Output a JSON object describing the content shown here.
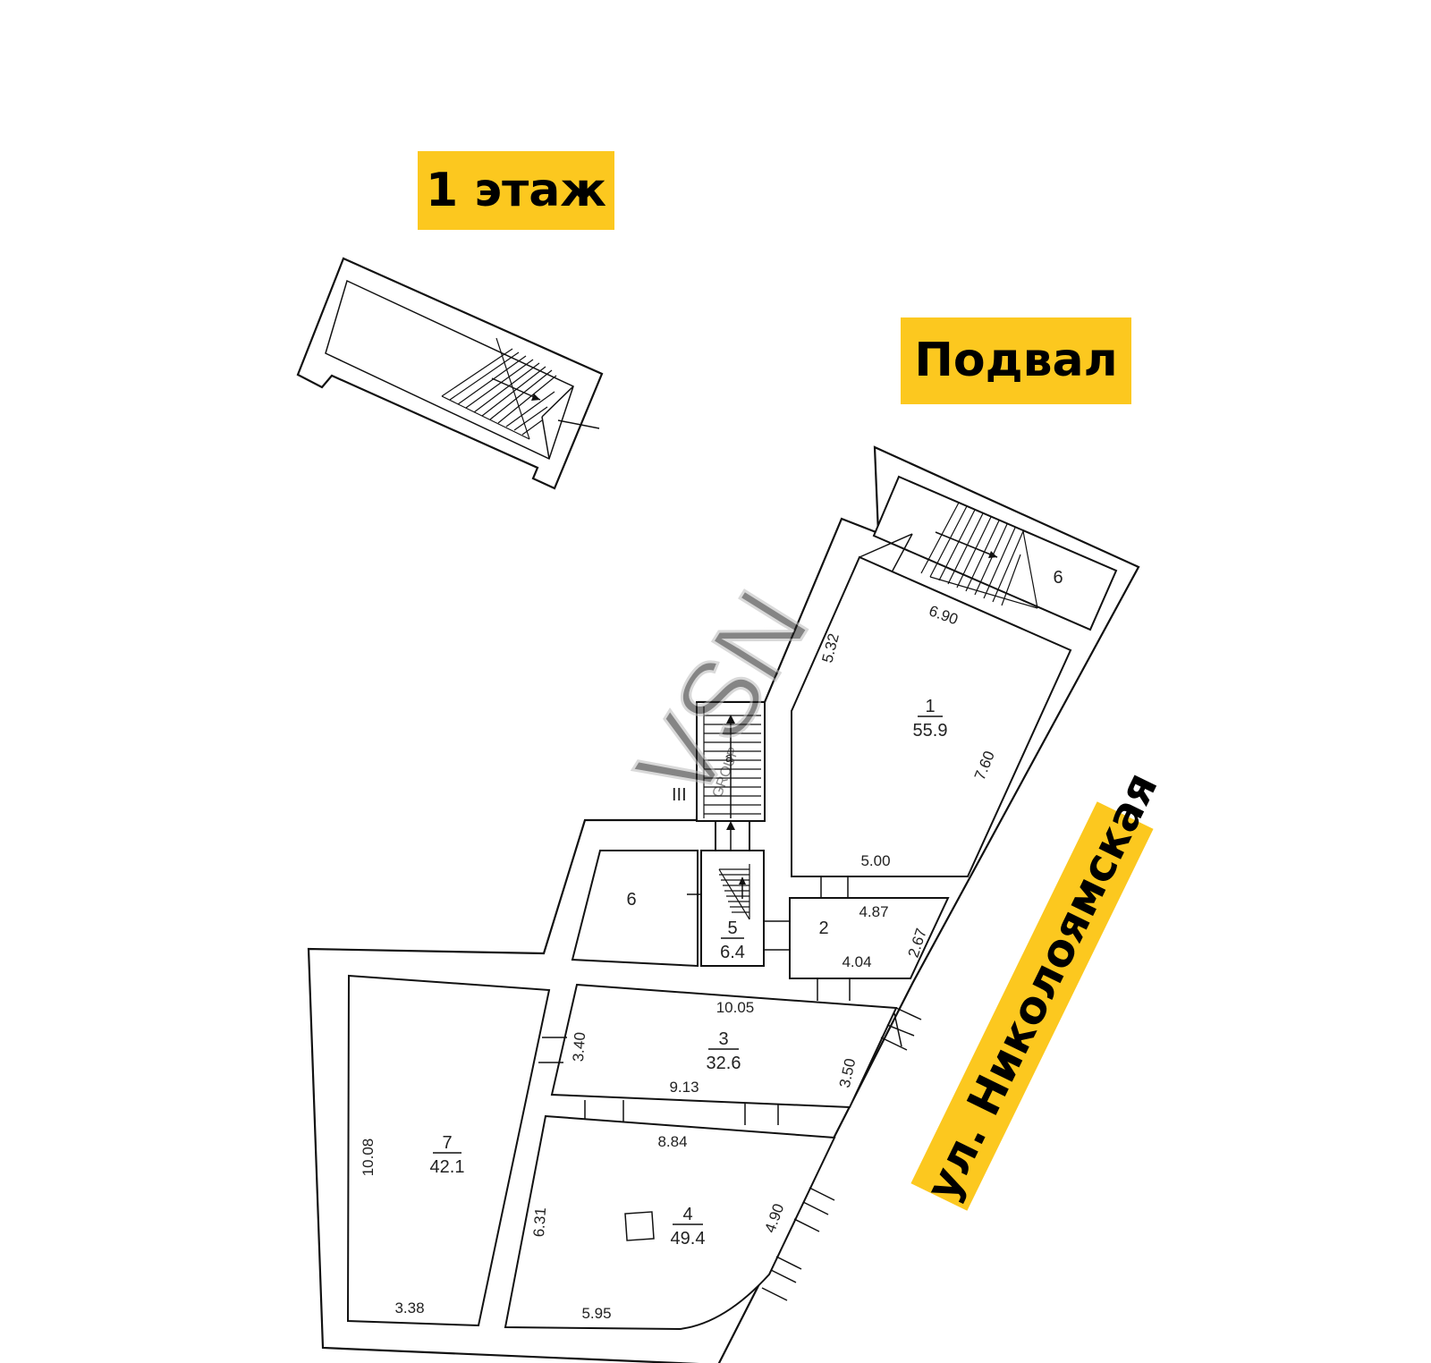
{
  "labels": {
    "first_floor": "1 этаж",
    "basement": "Подвал",
    "street": "ул. Николоямская"
  },
  "watermark": {
    "main": "VSN",
    "sub": "GROUP"
  },
  "stair_mark": "III",
  "flight_mark": "а",
  "rooms": [
    {
      "id": "1",
      "number": "1",
      "area": "55.9"
    },
    {
      "id": "2",
      "number": "2",
      "area": ""
    },
    {
      "id": "3",
      "number": "3",
      "area": "32.6"
    },
    {
      "id": "4",
      "number": "4",
      "area": "49.4"
    },
    {
      "id": "5",
      "number": "5",
      "area": "6.4"
    },
    {
      "id": "6a",
      "number": "6",
      "area": ""
    },
    {
      "id": "6b",
      "number": "6",
      "area": ""
    },
    {
      "id": "7",
      "number": "7",
      "area": "42.1"
    }
  ],
  "dimensions": {
    "r1_top": "6.90",
    "r1_left": "5.32",
    "r1_right": "7.60",
    "r1_bottom": "5.00",
    "r2_top": "4.87",
    "r2_bottom": "4.04",
    "r2_right": "2.67",
    "r3_top": "10.05",
    "r3_left": "3.40",
    "r3_bottom": "9.13",
    "r3_right": "3.50",
    "r4_top": "8.84",
    "r4_left": "6.31",
    "r4_right": "4.90",
    "r4_bottom": "5.95",
    "r7_left": "10.08",
    "r7_bottom": "3.38"
  },
  "colors": {
    "label_bg": "#fcc81f",
    "line": "#111111",
    "watermark": "#cccccc"
  }
}
